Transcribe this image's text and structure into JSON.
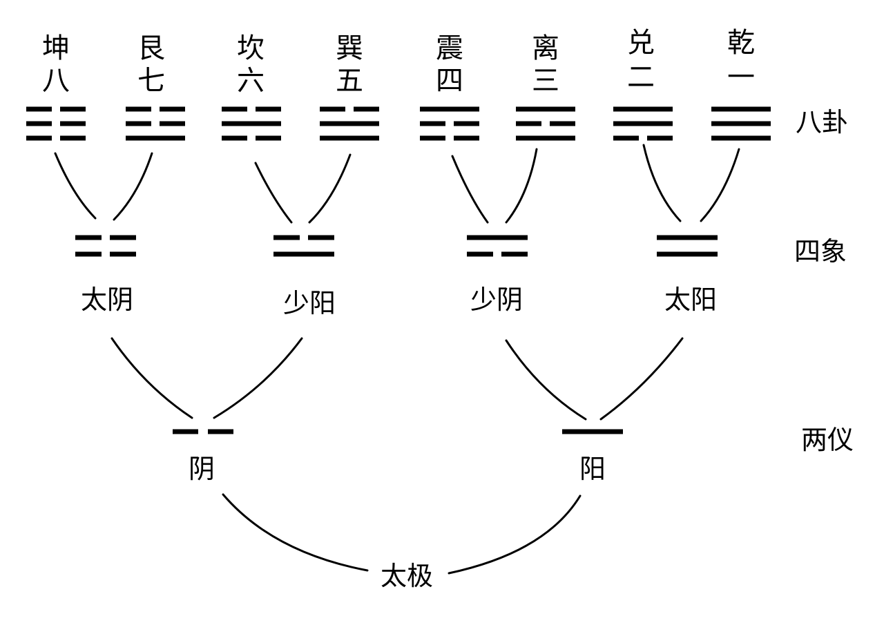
{
  "colors": {
    "ink": "#000000",
    "background": "#ffffff"
  },
  "levels": {
    "bagua": "八卦",
    "sixiang": "四象",
    "liangyi": "两仪"
  },
  "trigrams": [
    {
      "name": "坤",
      "number": "八",
      "lines": [
        "yin",
        "yin",
        "yin"
      ]
    },
    {
      "name": "艮",
      "number": "七",
      "lines": [
        "yang",
        "yin",
        "yin"
      ]
    },
    {
      "name": "坎",
      "number": "六",
      "lines": [
        "yin",
        "yang",
        "yin"
      ]
    },
    {
      "name": "巽",
      "number": "五",
      "lines": [
        "yang",
        "yang",
        "yin"
      ]
    },
    {
      "name": "震",
      "number": "四",
      "lines": [
        "yin",
        "yin",
        "yang"
      ]
    },
    {
      "name": "离",
      "number": "三",
      "lines": [
        "yang",
        "yin",
        "yang"
      ]
    },
    {
      "name": "兑",
      "number": "二",
      "lines": [
        "yin",
        "yang",
        "yang"
      ]
    },
    {
      "name": "乾",
      "number": "一",
      "lines": [
        "yang",
        "yang",
        "yang"
      ]
    }
  ],
  "four_images": [
    {
      "label": "太阴",
      "lines": [
        "yin",
        "yin"
      ]
    },
    {
      "label": "少阳",
      "lines": [
        "yang",
        "yin"
      ]
    },
    {
      "label": "少阴",
      "lines": [
        "yin",
        "yang"
      ]
    },
    {
      "label": "太阳",
      "lines": [
        "yang",
        "yang"
      ]
    }
  ],
  "two_modes": [
    {
      "label": "阴",
      "lines": [
        "yin"
      ]
    },
    {
      "label": "阳",
      "lines": [
        "yang"
      ]
    }
  ],
  "root": {
    "label": "太极"
  }
}
